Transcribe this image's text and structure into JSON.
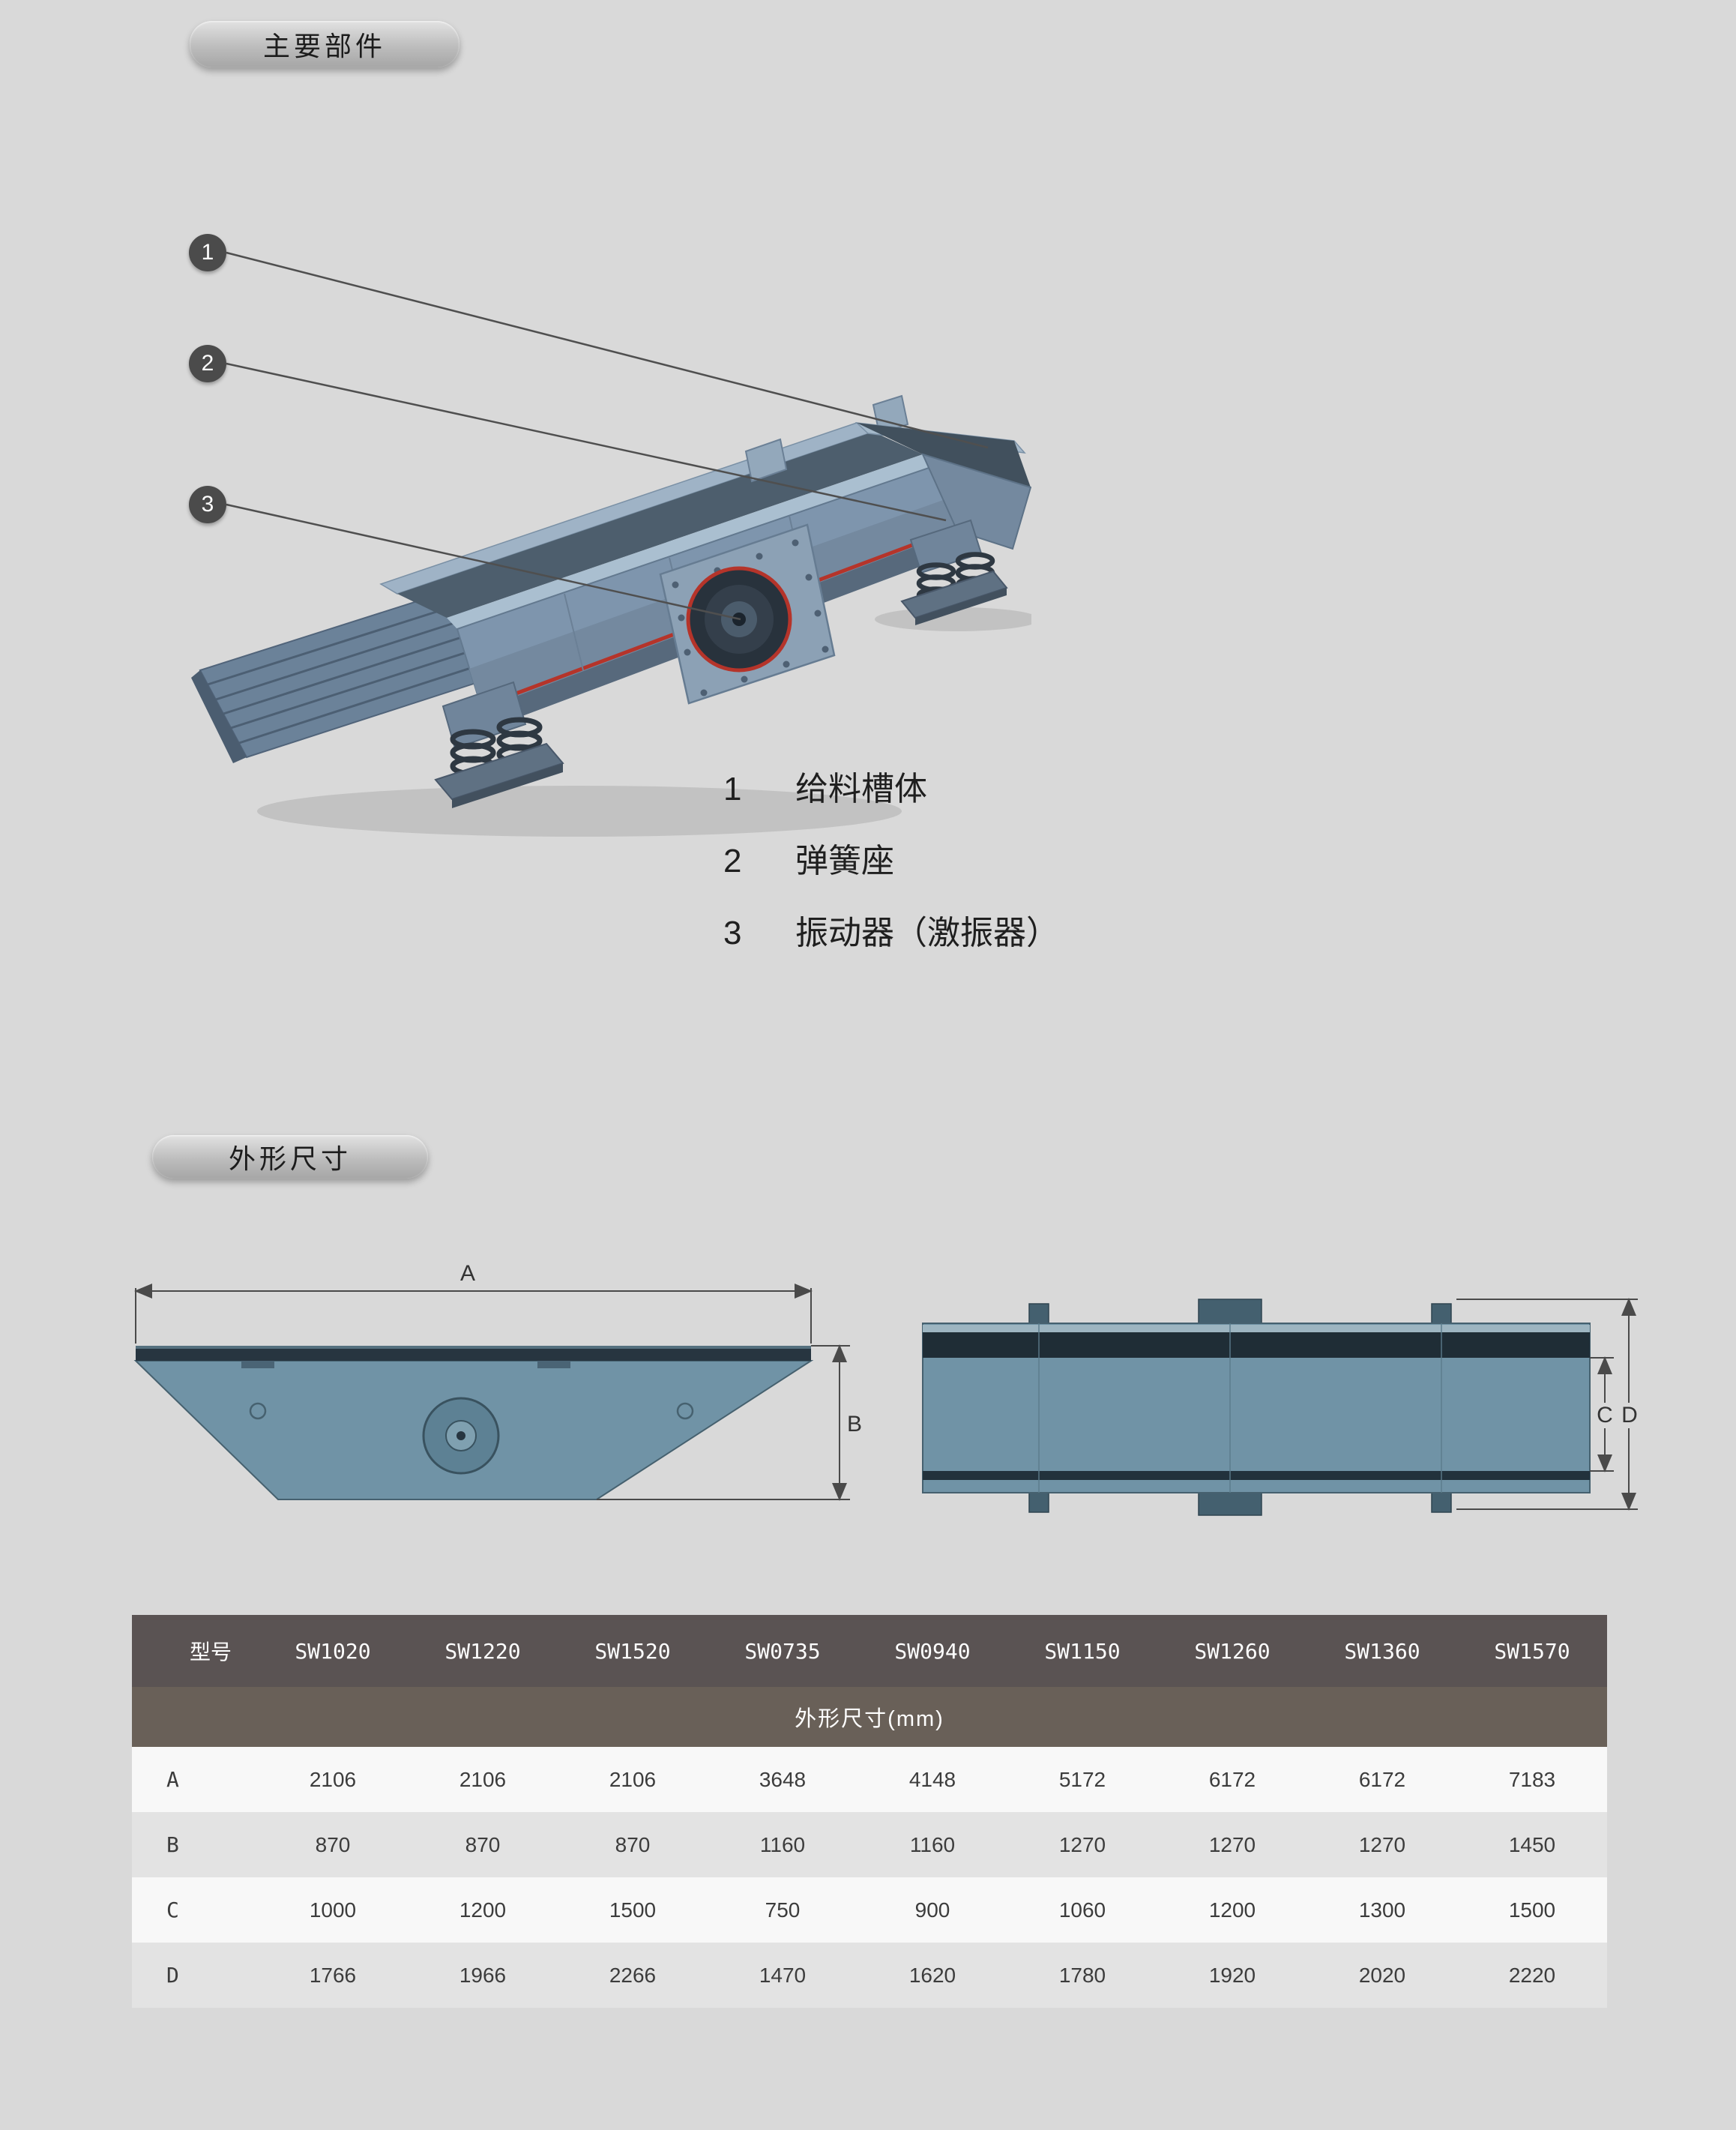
{
  "sections": {
    "components_title": "主要部件",
    "dimensions_title": "外形尺寸"
  },
  "callouts": [
    {
      "num": "1",
      "label": "给料槽体"
    },
    {
      "num": "2",
      "label": "弹簧座"
    },
    {
      "num": "3",
      "label": "振动器（激振器）"
    }
  ],
  "drawing": {
    "dim_a": "A",
    "dim_b": "B",
    "dim_c": "C",
    "dim_d": "D"
  },
  "table": {
    "model_header": "型号",
    "models": [
      "SW1020",
      "SW1220",
      "SW1520",
      "SW0735",
      "SW0940",
      "SW1150",
      "SW1260",
      "SW1360",
      "SW1570"
    ],
    "subheader": "外形尺寸(mm)",
    "rows": [
      {
        "label": "A",
        "values": [
          "2106",
          "2106",
          "2106",
          "3648",
          "4148",
          "5172",
          "6172",
          "6172",
          "7183"
        ]
      },
      {
        "label": "B",
        "values": [
          "870",
          "870",
          "870",
          "1160",
          "1160",
          "1270",
          "1270",
          "1270",
          "1450"
        ]
      },
      {
        "label": "C",
        "values": [
          "1000",
          "1200",
          "1500",
          "750",
          "900",
          "1060",
          "1200",
          "1300",
          "1500"
        ]
      },
      {
        "label": "D",
        "values": [
          "1766",
          "1966",
          "2266",
          "1470",
          "1620",
          "1780",
          "1920",
          "2020",
          "2220"
        ]
      }
    ]
  },
  "colors": {
    "page_bg": "#d9d9d9",
    "table_header_bg": "#5a5353",
    "table_subheader_bg": "#696058",
    "row_alt_bg": "#e3e3e3",
    "machine_blue": "#7e95ad",
    "accent_red": "#b5342a",
    "drawing_teal": "#7093a6",
    "drawing_dark": "#22323c"
  }
}
